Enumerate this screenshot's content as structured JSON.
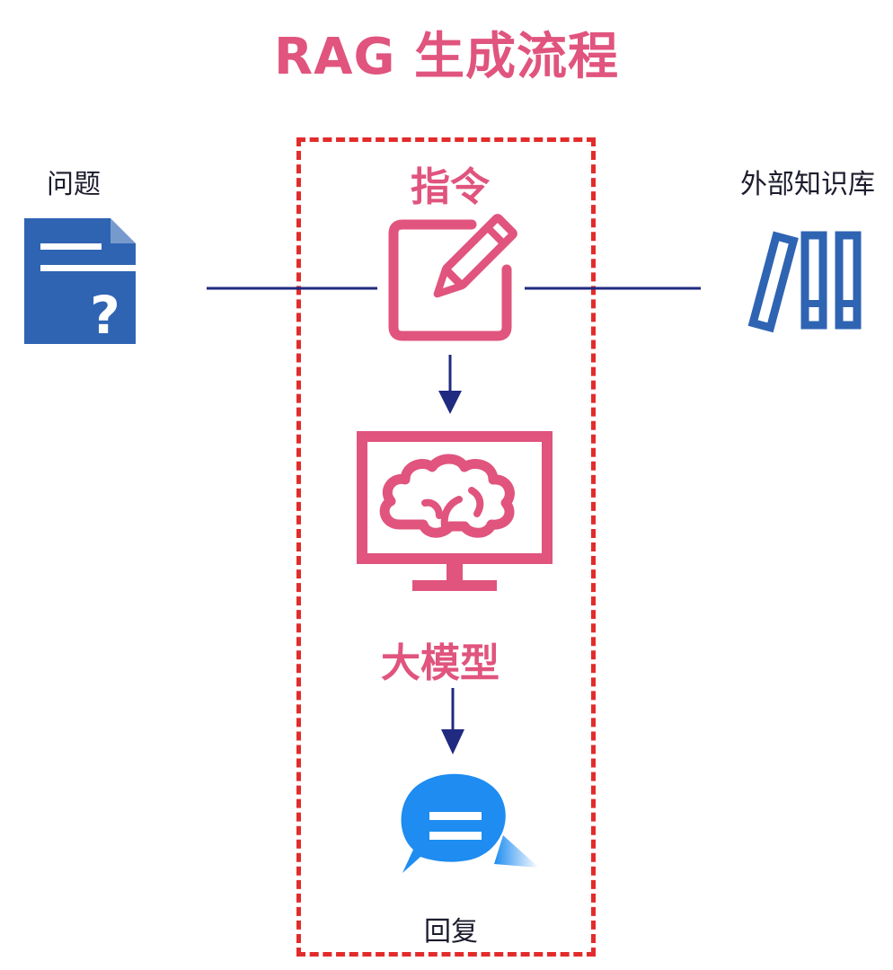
{
  "title": "RAG 生成流程",
  "nodes": {
    "question": {
      "label": "问题",
      "icon": "question-document-icon"
    },
    "instruction": {
      "label": "指令",
      "icon": "edit-note-icon"
    },
    "kb": {
      "label": "外部知识库",
      "icon": "books-icon"
    },
    "model": {
      "label": "大模型",
      "icon": "brain-monitor-icon"
    },
    "reply": {
      "label": "回复",
      "icon": "chat-bubble-icon"
    }
  },
  "colors": {
    "accent_pink": "#e0547e",
    "frame_red": "#e32b2b",
    "navy": "#1f2a80",
    "doc_blue": "#2f64b3",
    "bubble_blue": "#1e8cf0"
  }
}
